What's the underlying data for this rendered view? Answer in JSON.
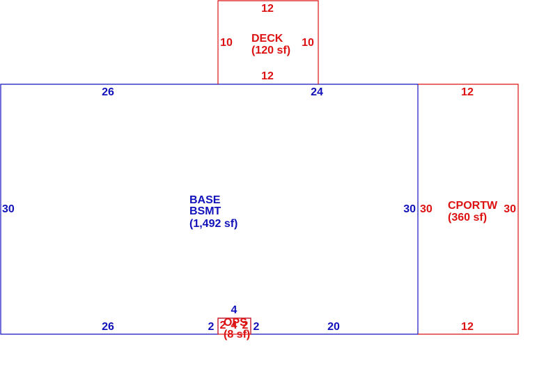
{
  "colors": {
    "base": "#1111bb",
    "attached": "#dd1111"
  },
  "areas": {
    "deck": {
      "name": "DECK",
      "area": "(120 sf)",
      "dims": {
        "top": "12",
        "bottom": "12",
        "left": "10",
        "right": "10"
      }
    },
    "base": {
      "name": "BASE",
      "sub": "BSMT",
      "area": "(1,492 sf)",
      "dims": {
        "top_left": "26",
        "top_right": "24",
        "left": "30",
        "right": "30",
        "bottom_left": "26",
        "bottom_gap_left": "2",
        "bottom_notch": "4",
        "bottom_gap_right": "2",
        "bottom_right": "20",
        "notch_inner_a": "2",
        "notch_inner_b": "4",
        "notch_inner_c": "2"
      }
    },
    "carport": {
      "name": "CPORTW",
      "area": "(360 sf)",
      "dims": {
        "top": "12",
        "bottom": "12",
        "left": "30",
        "right": "30"
      }
    },
    "ops": {
      "name": "OPS",
      "area": "(8 sf)"
    }
  }
}
